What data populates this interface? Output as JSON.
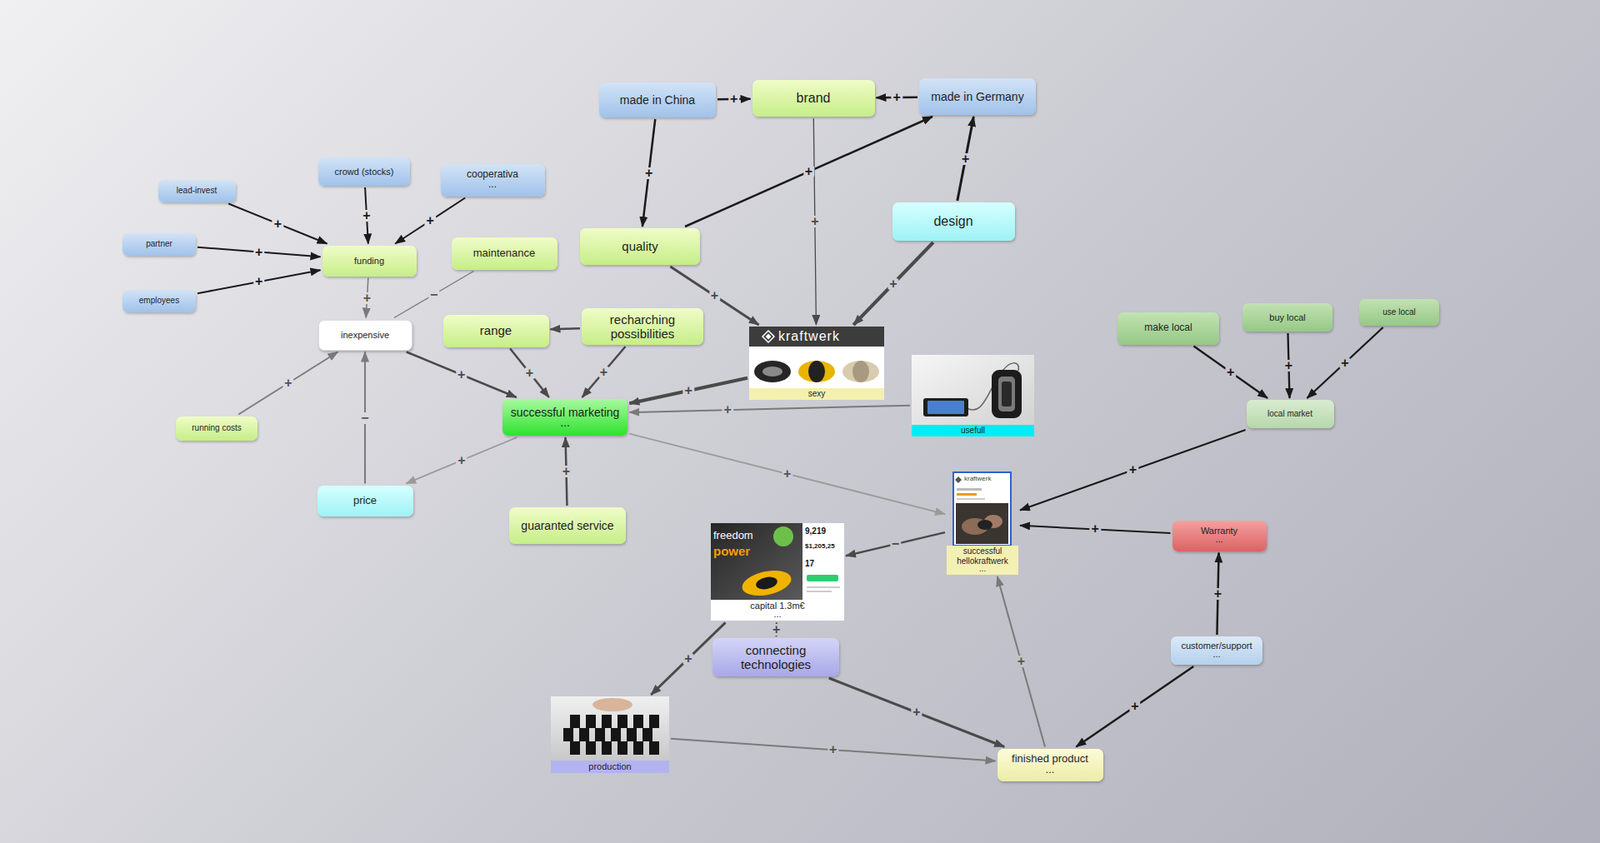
{
  "diagram": {
    "nodes": [
      {
        "text": [
          "made in China"
        ]
      },
      {
        "text": [
          "brand"
        ]
      },
      {
        "text": [
          "made in Germany"
        ]
      },
      {
        "text": [
          "crowd (stocks)"
        ]
      },
      {
        "text": [
          "cooperativa",
          "..."
        ]
      },
      {
        "text": [
          "lead-invest"
        ]
      },
      {
        "text": [
          "partner"
        ]
      },
      {
        "text": [
          "funding"
        ]
      },
      {
        "text": [
          "maintenance"
        ]
      },
      {
        "text": [
          "quality"
        ]
      },
      {
        "text": [
          "design"
        ]
      },
      {
        "text": [
          "employees"
        ]
      },
      {
        "text": [
          "inexpensive"
        ]
      },
      {
        "text": [
          "range"
        ]
      },
      {
        "text": [
          "recharching possibilities"
        ]
      },
      {
        "text": [
          "sexy"
        ]
      },
      {
        "text": [
          "usefull"
        ]
      },
      {
        "text": [
          "make local"
        ]
      },
      {
        "text": [
          "buy local"
        ]
      },
      {
        "text": [
          "use local"
        ]
      },
      {
        "text": [
          "local market"
        ]
      },
      {
        "text": [
          "running costs"
        ]
      },
      {
        "text": [
          "successful marketing",
          "..."
        ]
      },
      {
        "text": [
          "price"
        ]
      },
      {
        "text": [
          "guaranted service"
        ]
      },
      {
        "text": [
          "successful hellokraftwerk",
          "..."
        ]
      },
      {
        "text": [
          "Warranty",
          "..."
        ]
      },
      {
        "text": [
          "capital 1.3m€",
          "..."
        ]
      },
      {
        "text": [
          "connecting technologies"
        ]
      },
      {
        "text": [
          "customer/support",
          "..."
        ]
      },
      {
        "text": [
          "production"
        ]
      },
      {
        "text": [
          "finished product",
          "..."
        ]
      }
    ],
    "edges": [
      {
        "from": 0,
        "to": 1,
        "label": "+",
        "arrow": "to"
      },
      {
        "from": 2,
        "to": 1,
        "label": "+",
        "arrow": "to"
      },
      {
        "from": 0,
        "to": 9,
        "label": "+",
        "arrow": "to"
      },
      {
        "from": 9,
        "to": 2,
        "label": "+",
        "arrow": "to"
      },
      {
        "from": 10,
        "to": 2,
        "label": "+",
        "arrow": "to"
      },
      {
        "from": 1,
        "to": 15,
        "label": "+",
        "arrow": "to"
      },
      {
        "from": 9,
        "to": 15,
        "label": "+",
        "arrow": "to"
      },
      {
        "from": 10,
        "to": 15,
        "label": "+",
        "arrow": "to"
      },
      {
        "from": 5,
        "to": 7,
        "label": "+",
        "arrow": "to"
      },
      {
        "from": 3,
        "to": 7,
        "label": "+",
        "arrow": "to"
      },
      {
        "from": 4,
        "to": 7,
        "label": "+",
        "arrow": "to"
      },
      {
        "from": 6,
        "to": 7,
        "label": "+",
        "arrow": "to"
      },
      {
        "from": 11,
        "to": 7,
        "label": "+",
        "arrow": "to"
      },
      {
        "from": 7,
        "to": 12,
        "label": "+",
        "arrow": "to"
      },
      {
        "from": 8,
        "to": 12,
        "label": "−",
        "arrow": "none"
      },
      {
        "from": 21,
        "to": 12,
        "label": "+",
        "arrow": "to"
      },
      {
        "from": 23,
        "to": 12,
        "label": "−",
        "arrow": "to"
      },
      {
        "from": 12,
        "to": 22,
        "label": "+",
        "arrow": "to"
      },
      {
        "from": 14,
        "to": 13,
        "arrow": "to"
      },
      {
        "from": 13,
        "to": 22,
        "label": "+",
        "arrow": "to"
      },
      {
        "from": 14,
        "to": 22,
        "label": "+",
        "arrow": "to"
      },
      {
        "from": 15,
        "to": 22,
        "label": "+",
        "arrow": "to"
      },
      {
        "from": 16,
        "to": 22,
        "label": "+",
        "arrow": "to"
      },
      {
        "from": 22,
        "to": 23,
        "label": "+",
        "arrow": "to"
      },
      {
        "from": 24,
        "to": 22,
        "label": "+",
        "arrow": "to"
      },
      {
        "from": 22,
        "to": 25,
        "label": "+",
        "arrow": "to"
      },
      {
        "from": 17,
        "to": 20,
        "label": "+",
        "arrow": "to"
      },
      {
        "from": 18,
        "to": 20,
        "label": "+",
        "arrow": "to"
      },
      {
        "from": 19,
        "to": 20,
        "label": "+",
        "arrow": "to"
      },
      {
        "from": 20,
        "to": 25,
        "label": "+",
        "arrow": "to"
      },
      {
        "from": 26,
        "to": 25,
        "label": "+",
        "arrow": "to"
      },
      {
        "from": 25,
        "to": 27,
        "label": "−",
        "arrow": "to"
      },
      {
        "from": 29,
        "to": 26,
        "label": "+",
        "arrow": "to"
      },
      {
        "from": 29,
        "to": 31,
        "label": "+",
        "arrow": "to"
      },
      {
        "from": 27,
        "to": 30,
        "label": "+",
        "arrow": "to"
      },
      {
        "from": 27,
        "to": 28,
        "label": "+",
        "arrow": "to"
      },
      {
        "from": 28,
        "to": 31,
        "label": "+",
        "arrow": "to"
      },
      {
        "from": 30,
        "to": 31,
        "label": "+",
        "arrow": "to"
      },
      {
        "from": 31,
        "to": 25,
        "label": "+",
        "arrow": "to"
      }
    ],
    "labels": [
      "kraftwerk",
      "kraftwerk",
      "freedom",
      "power",
      "9,219",
      "$1,205,25",
      "17"
    ]
  }
}
